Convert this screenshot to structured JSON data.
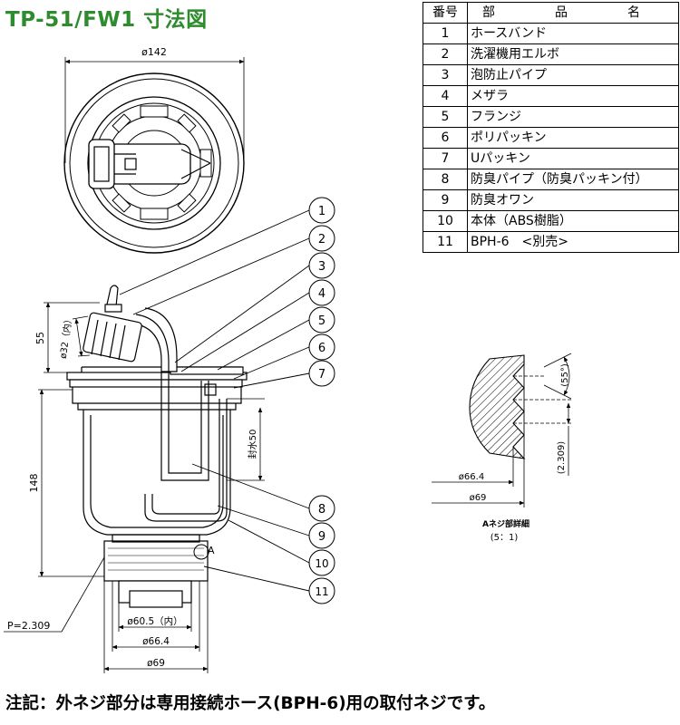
{
  "title": "TP-51/FW1 寸法図",
  "note": "注記：外ネジ部分は専用接続ホース(BPH-6)用の取付ネジです。",
  "parts_table": {
    "header": {
      "no": "番号",
      "name": "部　品　名"
    },
    "rows": [
      {
        "no": "1",
        "name": "ホースバンド"
      },
      {
        "no": "2",
        "name": "洗濯機用エルボ"
      },
      {
        "no": "3",
        "name": "泡防止パイプ"
      },
      {
        "no": "4",
        "name": "メザラ"
      },
      {
        "no": "5",
        "name": "フランジ"
      },
      {
        "no": "6",
        "name": "ポリパッキン"
      },
      {
        "no": "7",
        "name": "Uパッキン"
      },
      {
        "no": "8",
        "name": "防臭パイプ（防臭パッキン付）"
      },
      {
        "no": "9",
        "name": "防臭オワン"
      },
      {
        "no": "10",
        "name": "本体（ABS樹脂）"
      },
      {
        "no": "11",
        "name": "BPH-6　<別売>"
      }
    ]
  },
  "dimensions": {
    "top_diameter": "ø142",
    "height_55": "55",
    "pipe_32": "ø32（内）",
    "sealwater_50": "封水50",
    "height_148": "148",
    "pitch": "P=2.309",
    "d60_5": "ø60.5（内）",
    "d66_4": "ø66.4",
    "d69": "ø69",
    "marker_a": "A"
  },
  "detail": {
    "angle": "(55°)",
    "pitch": "(2.309)",
    "d66_4": "ø66.4",
    "d69": "ø69",
    "caption": "Aネジ部詳細",
    "scale": "(5：1)"
  },
  "callouts": [
    "1",
    "2",
    "3",
    "4",
    "5",
    "6",
    "7",
    "8",
    "9",
    "10",
    "11"
  ]
}
